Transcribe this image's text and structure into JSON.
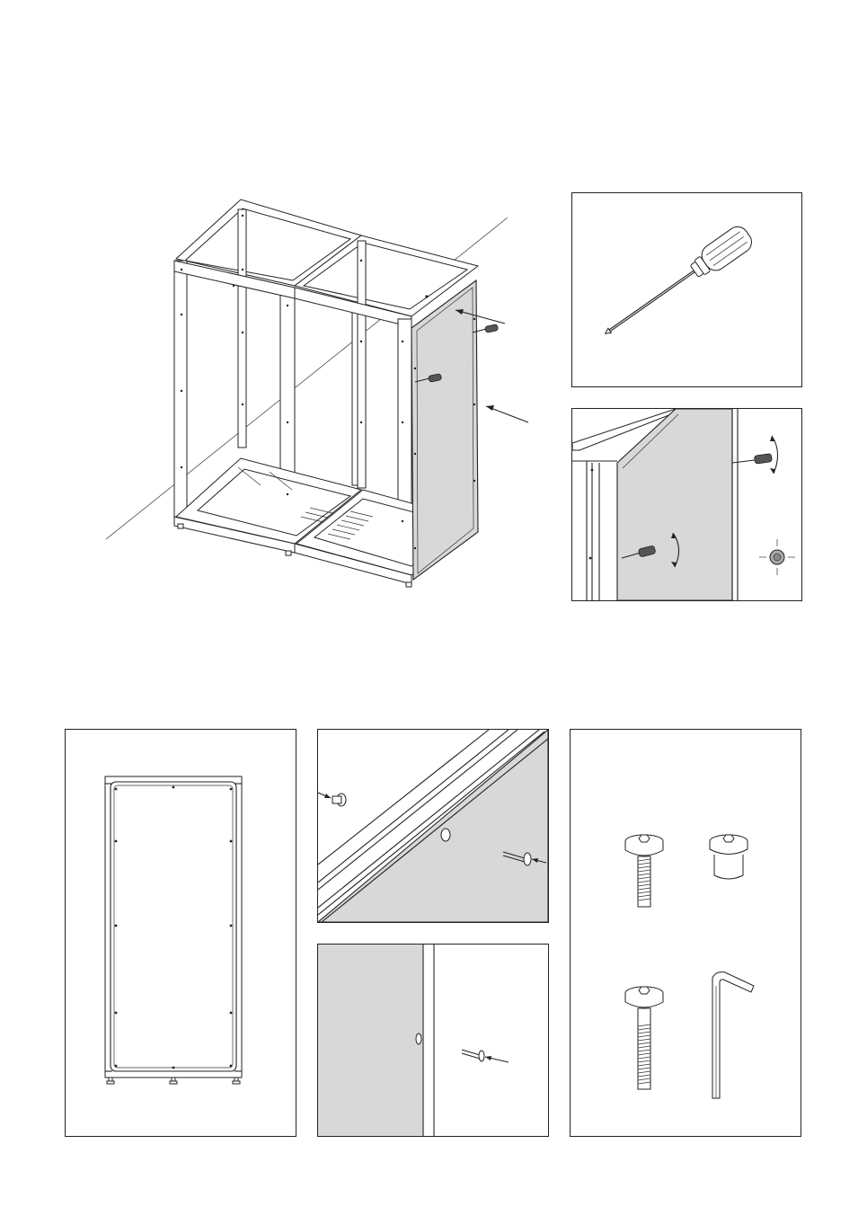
{
  "colors": {
    "line": "#222222",
    "panel_fill": "#d8d8d8",
    "background": "#ffffff",
    "handle_dark": "#555555"
  },
  "illustrations": {
    "main": "cabinet-frame-with-side-panel",
    "tool": "phillips-screwdriver",
    "detail_screw": "screw-tightening-detail",
    "panel_front": "side-panel-flat-view",
    "detail_bolt_corner": "bolt-insertion-corner-detail",
    "detail_bolt_side": "bolt-insertion-side-detail",
    "hardware": [
      "connector-bolt-long",
      "barrel-nut",
      "connector-bolt-extra-long",
      "hex-allen-key"
    ]
  }
}
